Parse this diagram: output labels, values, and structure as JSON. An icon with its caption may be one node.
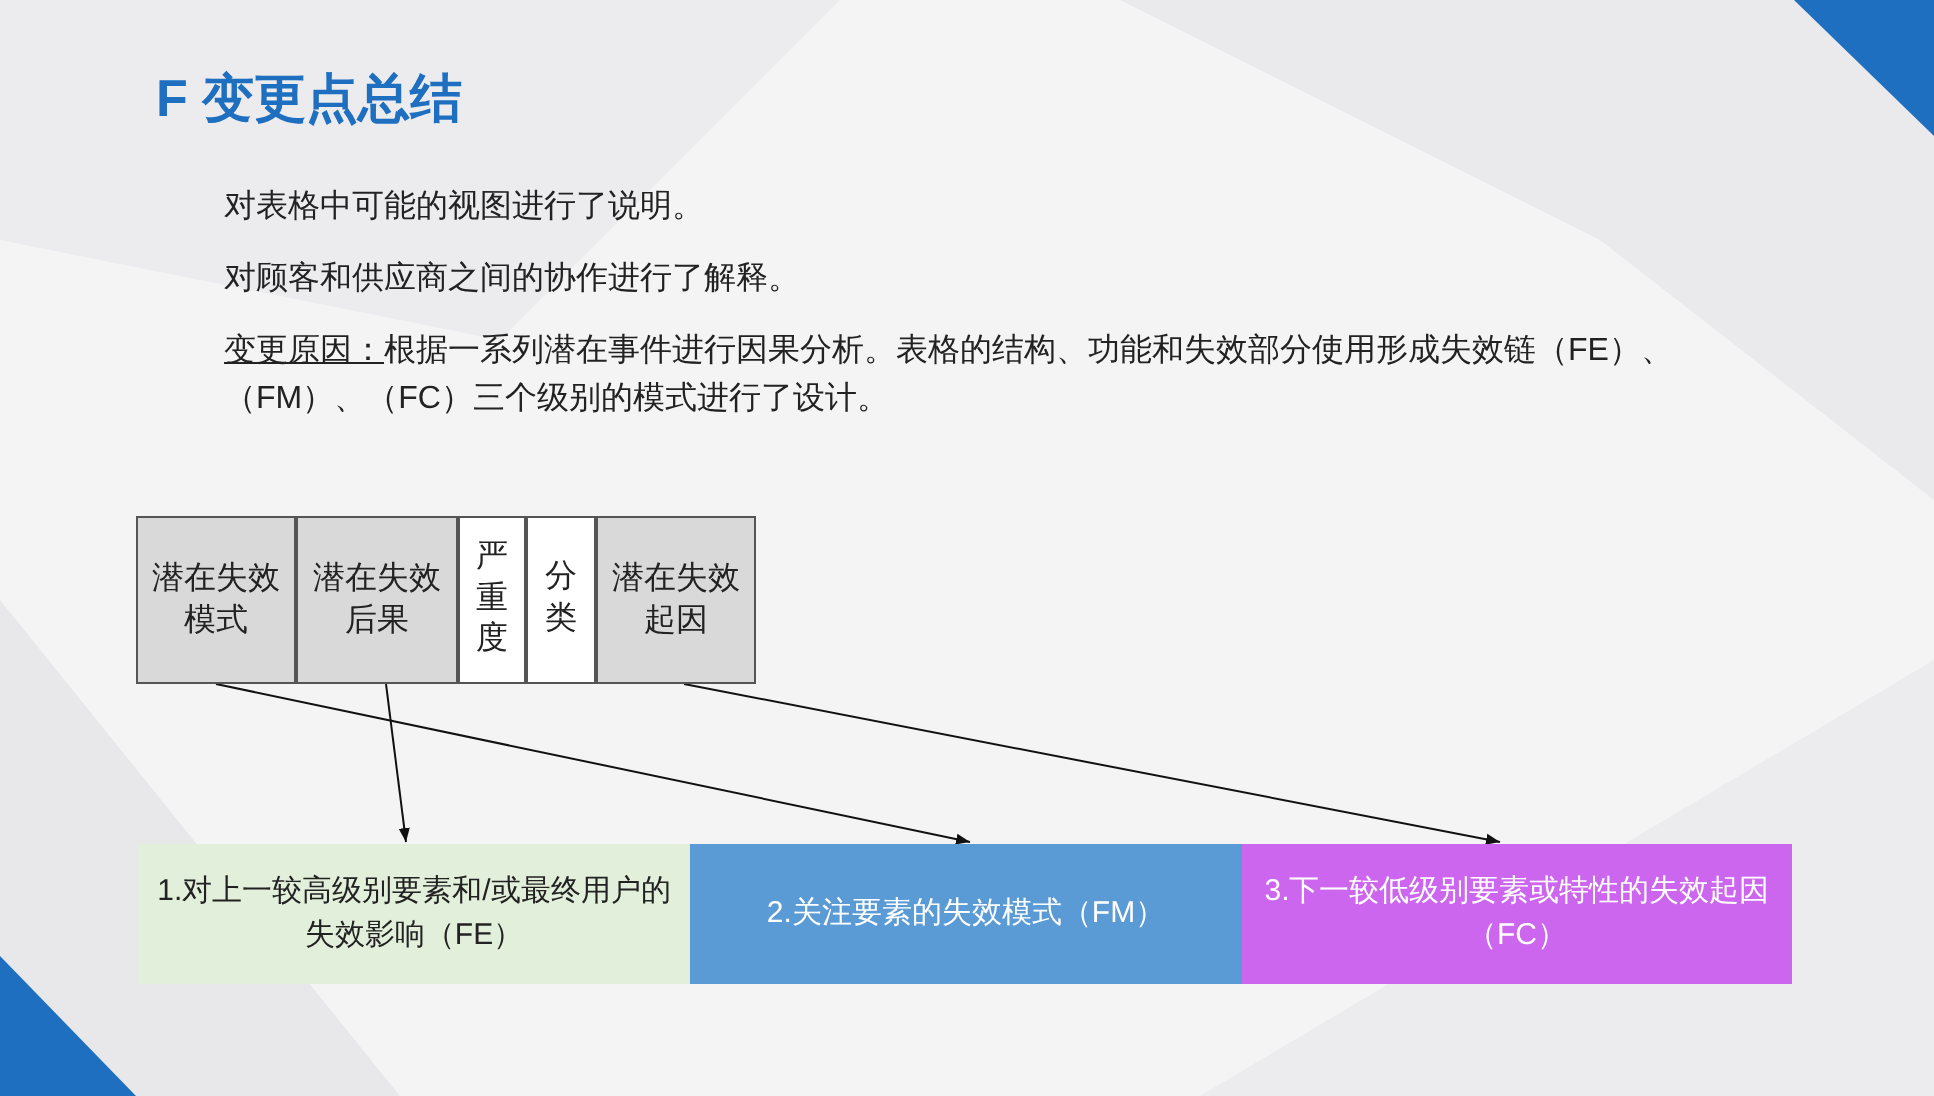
{
  "diagram": {
    "title": "F 变更点总结",
    "nodes": [
      {
        "text": [
          "潜在失效模式"
        ]
      },
      {
        "text": [
          "潜在失效后果"
        ]
      },
      {
        "text": [
          "严重度"
        ]
      },
      {
        "text": [
          "分类"
        ]
      },
      {
        "text": [
          "潜在失效起因"
        ]
      },
      {
        "text": [
          "1.对上一较高级别要素和/或最终用户的失效影响（FE）"
        ]
      },
      {
        "text": [
          "2.关注要素的失效模式（FM）"
        ]
      },
      {
        "text": [
          "3.下一较低级别要素或特性的失效起因（FC）"
        ]
      }
    ],
    "edges": [
      {
        "from": 0,
        "to": 6,
        "arrow": "to"
      },
      {
        "from": 1,
        "to": 5,
        "arrow": "to"
      },
      {
        "from": 4,
        "to": 7,
        "arrow": "to"
      }
    ],
    "labels": [
      "对表格中可能的视图进行了说明。",
      "对顾客和供应商之间的协作进行了解释。",
      "变更原因：",
      "根据一系列潜在事件进行因果分析。表格的结构、功能和失效部分使用形成失效链（FE）、（FM）、（FC）三个级别的模式进行了设计。"
    ]
  }
}
